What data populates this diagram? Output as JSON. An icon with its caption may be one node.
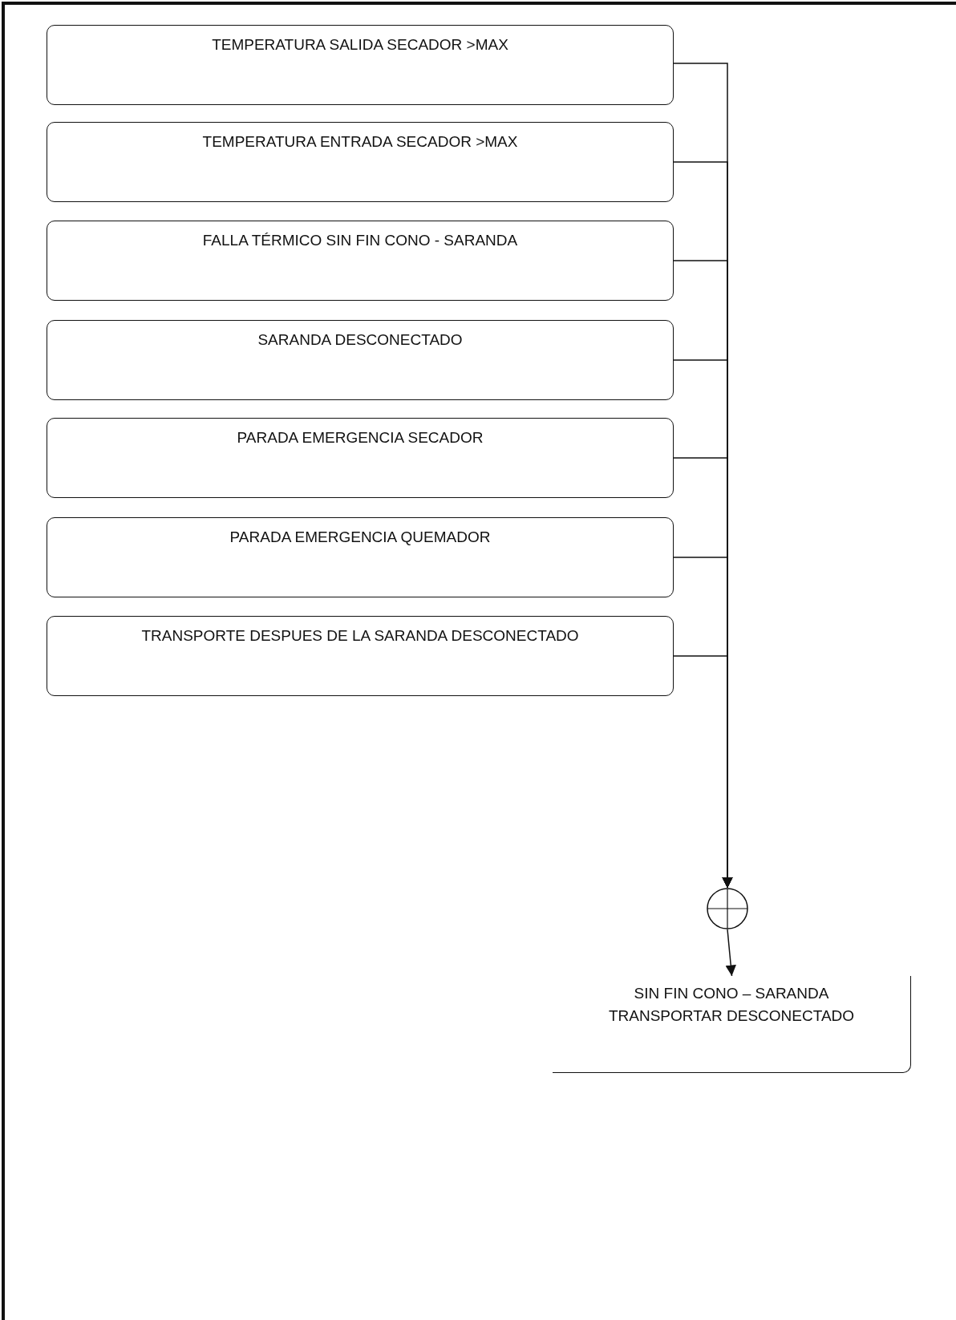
{
  "diagram": {
    "nodes": [
      {
        "text": [
          "TEMPERATURA SALIDA SECADOR >MAX"
        ]
      },
      {
        "text": [
          "TEMPERATURA ENTRADA SECADOR >MAX"
        ]
      },
      {
        "text": [
          "FALLA TÉRMICO SIN FIN CONO - SARANDA"
        ]
      },
      {
        "text": [
          "SARANDA DESCONECTADO"
        ]
      },
      {
        "text": [
          "PARADA EMERGENCIA SECADOR"
        ]
      },
      {
        "text": [
          "PARADA EMERGENCIA QUEMADOR"
        ]
      },
      {
        "text": [
          "TRANSPORTE DESPUES DE LA SARANDA DESCONECTADO"
        ]
      },
      {
        "text": [],
        "shape": "circle"
      },
      {
        "text": [
          "SIN FIN CONO – SARANDA TRANSPORTAR DESCONECTADO"
        ]
      }
    ],
    "edges": [
      {
        "from": 0,
        "to": 7,
        "arrow": "to"
      },
      {
        "from": 1,
        "to": 7,
        "arrow": "to"
      },
      {
        "from": 2,
        "to": 7,
        "arrow": "to"
      },
      {
        "from": 3,
        "to": 7,
        "arrow": "to"
      },
      {
        "from": 4,
        "to": 7,
        "arrow": "to"
      },
      {
        "from": 5,
        "to": 7,
        "arrow": "to"
      },
      {
        "from": 6,
        "to": 7,
        "arrow": "to"
      },
      {
        "from": 7,
        "to": 8,
        "arrow": "to"
      }
    ]
  }
}
